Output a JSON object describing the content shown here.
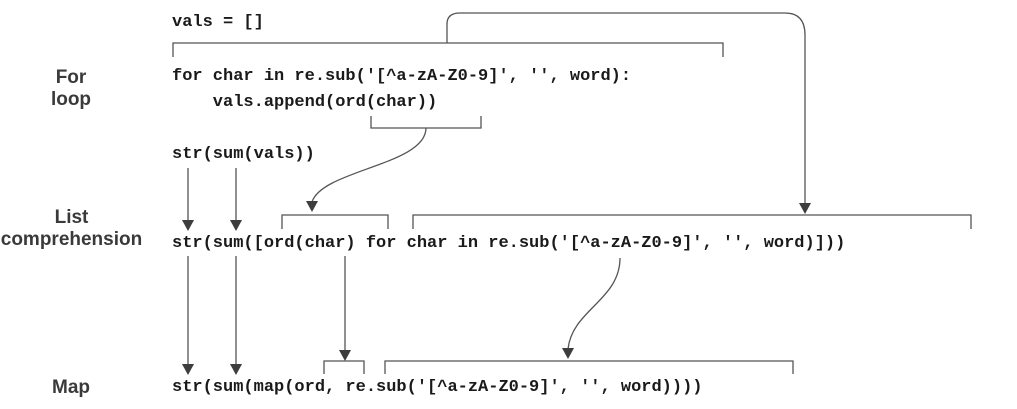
{
  "row_labels": {
    "for_loop": [
      "For",
      "loop"
    ],
    "list_comprehension": [
      "List",
      "comprehension"
    ],
    "map": "Map"
  },
  "code": {
    "init": "vals = []",
    "for_header": "for char in re.sub('[^a-zA-Z0-9]', '', word):",
    "for_body": "    vals.append(ord(char))",
    "for_result": "str(sum(vals))",
    "list_comprehension": "str(sum([ord(char) for char in re.sub('[^a-zA-Z0-9]', '', word)]))",
    "map": "str(sum(map(ord, re.sub('[^a-zA-Z0-9]', '', word))))"
  }
}
